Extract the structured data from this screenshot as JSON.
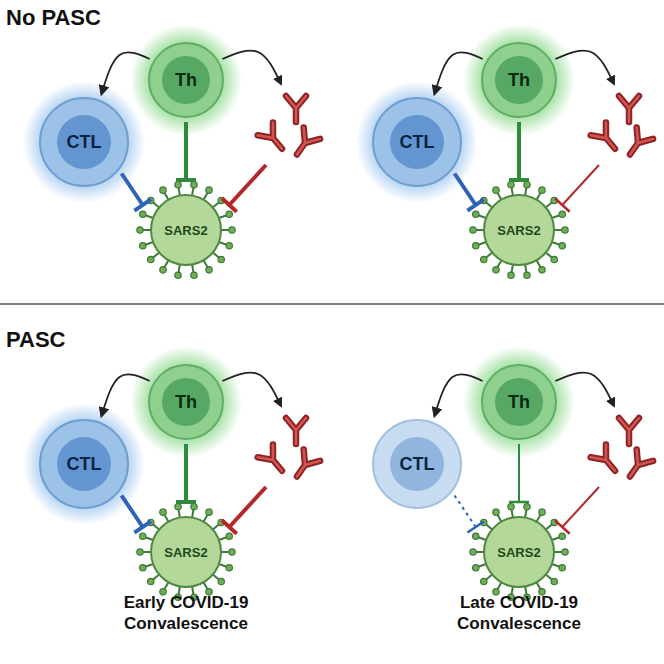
{
  "diagram": {
    "nodes": [
      {
        "text": [
          "Th"
        ]
      },
      {
        "text": [
          "CTL"
        ]
      },
      {
        "text": [
          "SARS2"
        ]
      },
      {
        "text": [
          "Th"
        ]
      },
      {
        "text": [
          "CTL"
        ]
      },
      {
        "text": [
          "SARS2"
        ]
      },
      {
        "text": [
          "Th"
        ]
      },
      {
        "text": [
          "CTL"
        ]
      },
      {
        "text": [
          "SARS2"
        ]
      },
      {
        "text": [
          "Th"
        ]
      },
      {
        "text": [
          "CTL"
        ]
      },
      {
        "text": [
          "SARS2"
        ]
      }
    ],
    "edges": [
      {
        "from": 0,
        "to": 1,
        "arrow": "to"
      },
      {
        "from": 1,
        "to": 2,
        "arrow": "to"
      },
      {
        "from": 0,
        "to": 2,
        "arrow": "to"
      },
      {
        "from": 3,
        "to": 4,
        "arrow": "to"
      },
      {
        "from": 4,
        "to": 5,
        "arrow": "to"
      },
      {
        "from": 3,
        "to": 5,
        "arrow": "to"
      },
      {
        "from": 6,
        "to": 7,
        "arrow": "to"
      },
      {
        "from": 7,
        "to": 8,
        "arrow": "to"
      },
      {
        "from": 6,
        "to": 8,
        "arrow": "to"
      },
      {
        "from": 9,
        "to": 10,
        "arrow": "to"
      },
      {
        "from": 10,
        "to": 11,
        "arrow": "to"
      },
      {
        "from": 9,
        "to": 11,
        "arrow": "to"
      }
    ],
    "labels": [
      "No PASC",
      "PASC",
      "Early COVID-19 Convalescence",
      "Late COVID-19 Convalescence"
    ]
  }
}
